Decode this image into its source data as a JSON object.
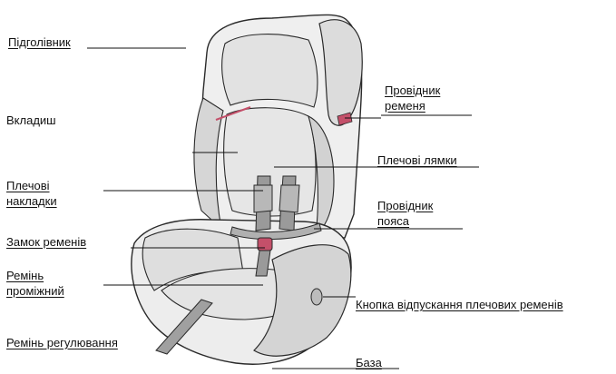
{
  "labels": {
    "headrest": "Підголівник",
    "insert": "Вкладиш",
    "shoulder_pads_1": "Плечові",
    "shoulder_pads_2": "накладки",
    "buckle": "Замок ременів",
    "crotch_strap_1": "Ремінь",
    "crotch_strap_2": "проміжний",
    "adjust_strap": "Ремінь регулювання",
    "belt_guide_1": "Провідник",
    "belt_guide_2": "ременя",
    "shoulder_straps": "Плечові лямки",
    "lap_guide_1": "Провідник",
    "lap_guide_2": "пояса",
    "release_button": "Кнопка відпускання плечових ременів",
    "base": "База"
  },
  "colors": {
    "ink": "#111111",
    "outline": "#2a2a2a",
    "fill_light": "#e9e9e9",
    "fill_mid": "#c9c9c9",
    "fill_dark": "#9a9a9a",
    "accent": "#c4506a"
  }
}
